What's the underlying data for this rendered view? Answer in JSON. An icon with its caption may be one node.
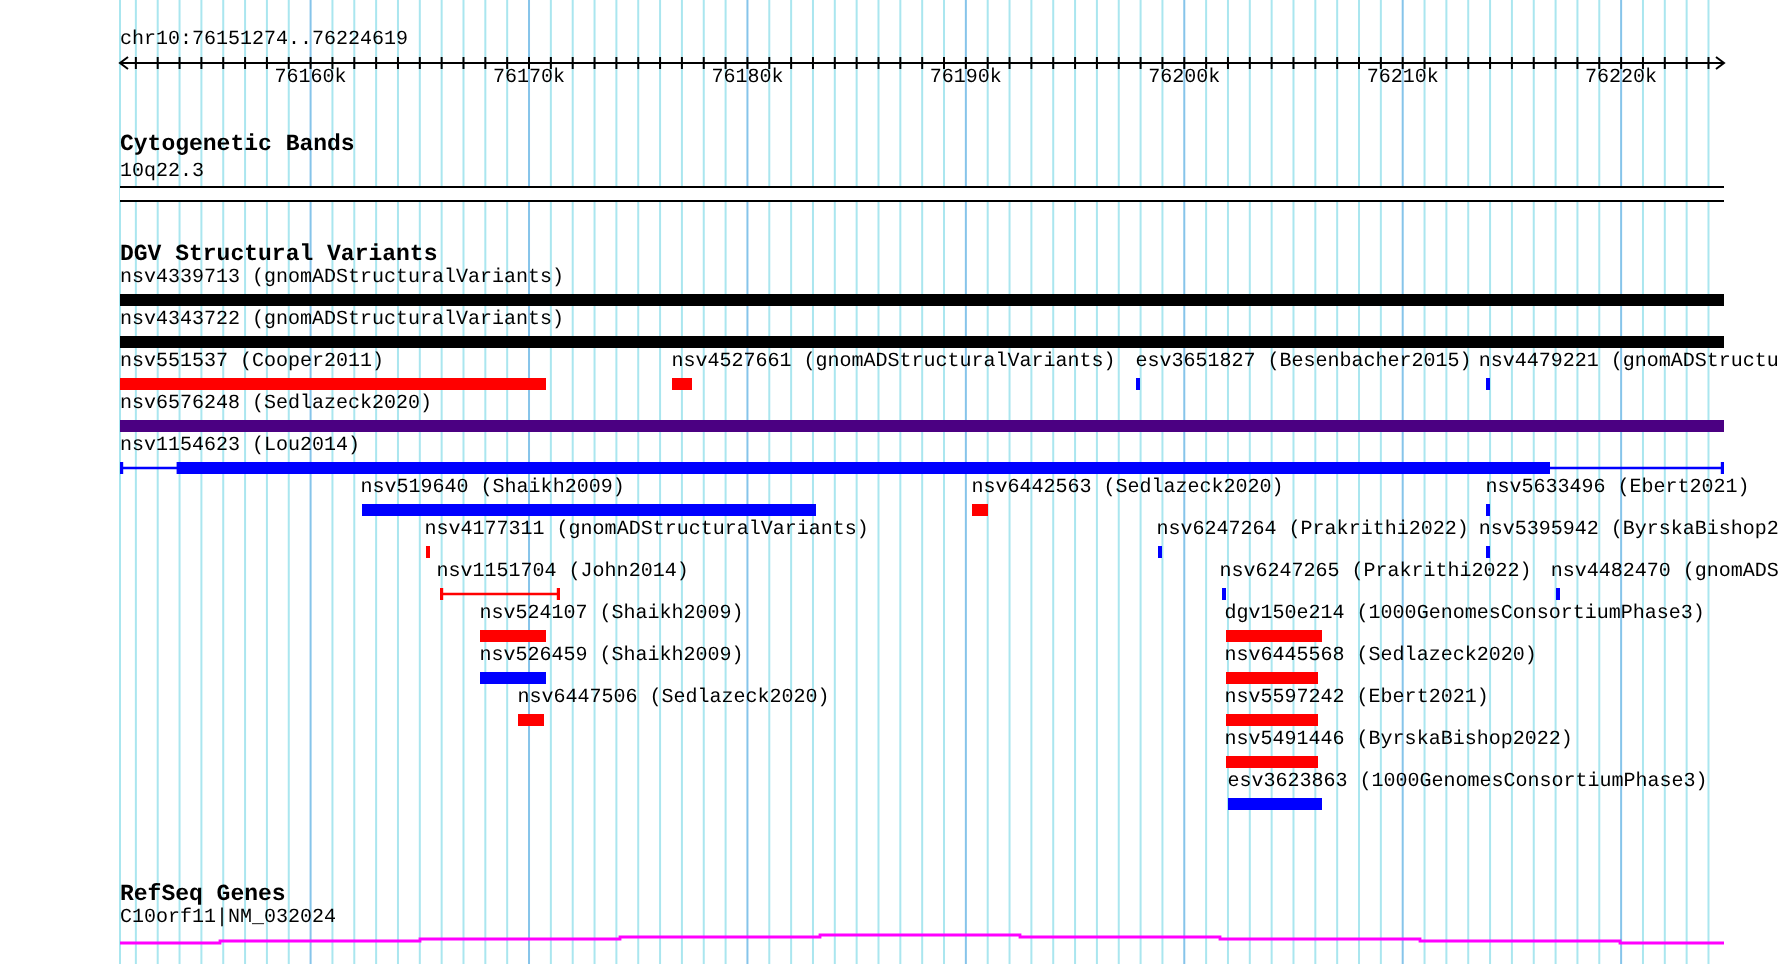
{
  "diagram": {
    "nodes": [
      {
        "text": [],
        "shape": "bar",
        "beside": [
          "10q22.3"
        ]
      },
      {
        "text": [],
        "shape": "bar",
        "beside": [
          "nsv4339713 (gnomADStructuralVariants)"
        ]
      },
      {
        "text": [],
        "shape": "bar",
        "beside": [
          "nsv4343722 (gnomADStructuralVariants)"
        ]
      },
      {
        "text": [],
        "shape": "bar",
        "beside": [
          "nsv551537 (Cooper2011)"
        ]
      },
      {
        "text": [],
        "shape": "bar",
        "beside": [
          "nsv4527661 (gnomADStructuralVariants)"
        ]
      },
      {
        "text": [],
        "shape": "bar",
        "beside": [
          "esv3651827 (Besenbacher2015)"
        ]
      },
      {
        "text": [],
        "shape": "bar",
        "beside": [
          "nsv4479221 (gnomADStructu"
        ]
      },
      {
        "text": [],
        "shape": "bar",
        "beside": [
          "nsv6576248 (Sedlazeck2020)"
        ]
      },
      {
        "text": [],
        "shape": "bar",
        "beside": [
          "nsv1154623 (Lou2014)"
        ]
      },
      {
        "text": [],
        "shape": "bar",
        "beside": [
          "nsv519640 (Shaikh2009)"
        ]
      },
      {
        "text": [],
        "shape": "bar",
        "beside": [
          "nsv6442563 (Sedlazeck2020)"
        ]
      },
      {
        "text": [],
        "shape": "bar",
        "beside": [
          "nsv5633496 (Ebert2021)"
        ]
      },
      {
        "text": [],
        "shape": "bar",
        "beside": [
          "nsv4177311 (gnomADStructuralVariants)"
        ]
      },
      {
        "text": [],
        "shape": "bar",
        "beside": [
          "nsv6247264 (Prakrithi2022)"
        ]
      },
      {
        "text": [],
        "shape": "bar",
        "beside": [
          "nsv5395942 (ByrskaBishop2"
        ]
      },
      {
        "text": [],
        "shape": "bar",
        "beside": [
          "nsv1151704 (John2014)"
        ]
      },
      {
        "text": [],
        "shape": "bar",
        "beside": [
          "nsv6247265 (Prakrithi2022)"
        ]
      },
      {
        "text": [],
        "shape": "bar",
        "beside": [
          "nsv4482470 (gnomADS"
        ]
      },
      {
        "text": [],
        "shape": "bar",
        "beside": [
          "nsv524107 (Shaikh2009)"
        ]
      },
      {
        "text": [],
        "shape": "bar",
        "beside": [
          "dgv150e214 (1000GenomesConsortiumPhase3)"
        ]
      },
      {
        "text": [],
        "shape": "bar",
        "beside": [
          "nsv526459 (Shaikh2009)"
        ]
      },
      {
        "text": [],
        "shape": "bar",
        "beside": [
          "nsv6445568 (Sedlazeck2020)"
        ]
      },
      {
        "text": [],
        "shape": "bar",
        "beside": [
          "nsv6447506 (Sedlazeck2020)"
        ]
      },
      {
        "text": [],
        "shape": "bar",
        "beside": [
          "nsv5597242 (Ebert2021)"
        ]
      },
      {
        "text": [],
        "shape": "bar",
        "beside": [
          "nsv5491446 (ByrskaBishop2022)"
        ]
      },
      {
        "text": [],
        "shape": "bar",
        "beside": [
          "esv3623863 (1000GenomesConsortiumPhase3)"
        ]
      },
      {
        "text": [],
        "shape": "line",
        "beside": [
          "C10orf11|NM_032024"
        ]
      }
    ],
    "labels": [
      "chr10:76151274..76224619",
      "76160k",
      "76170k",
      "76180k",
      "76190k",
      "76200k",
      "76210k",
      "76220k",
      "Cytogenetic Bands",
      "DGV Structural Variants",
      "RefSeq Genes"
    ]
  }
}
